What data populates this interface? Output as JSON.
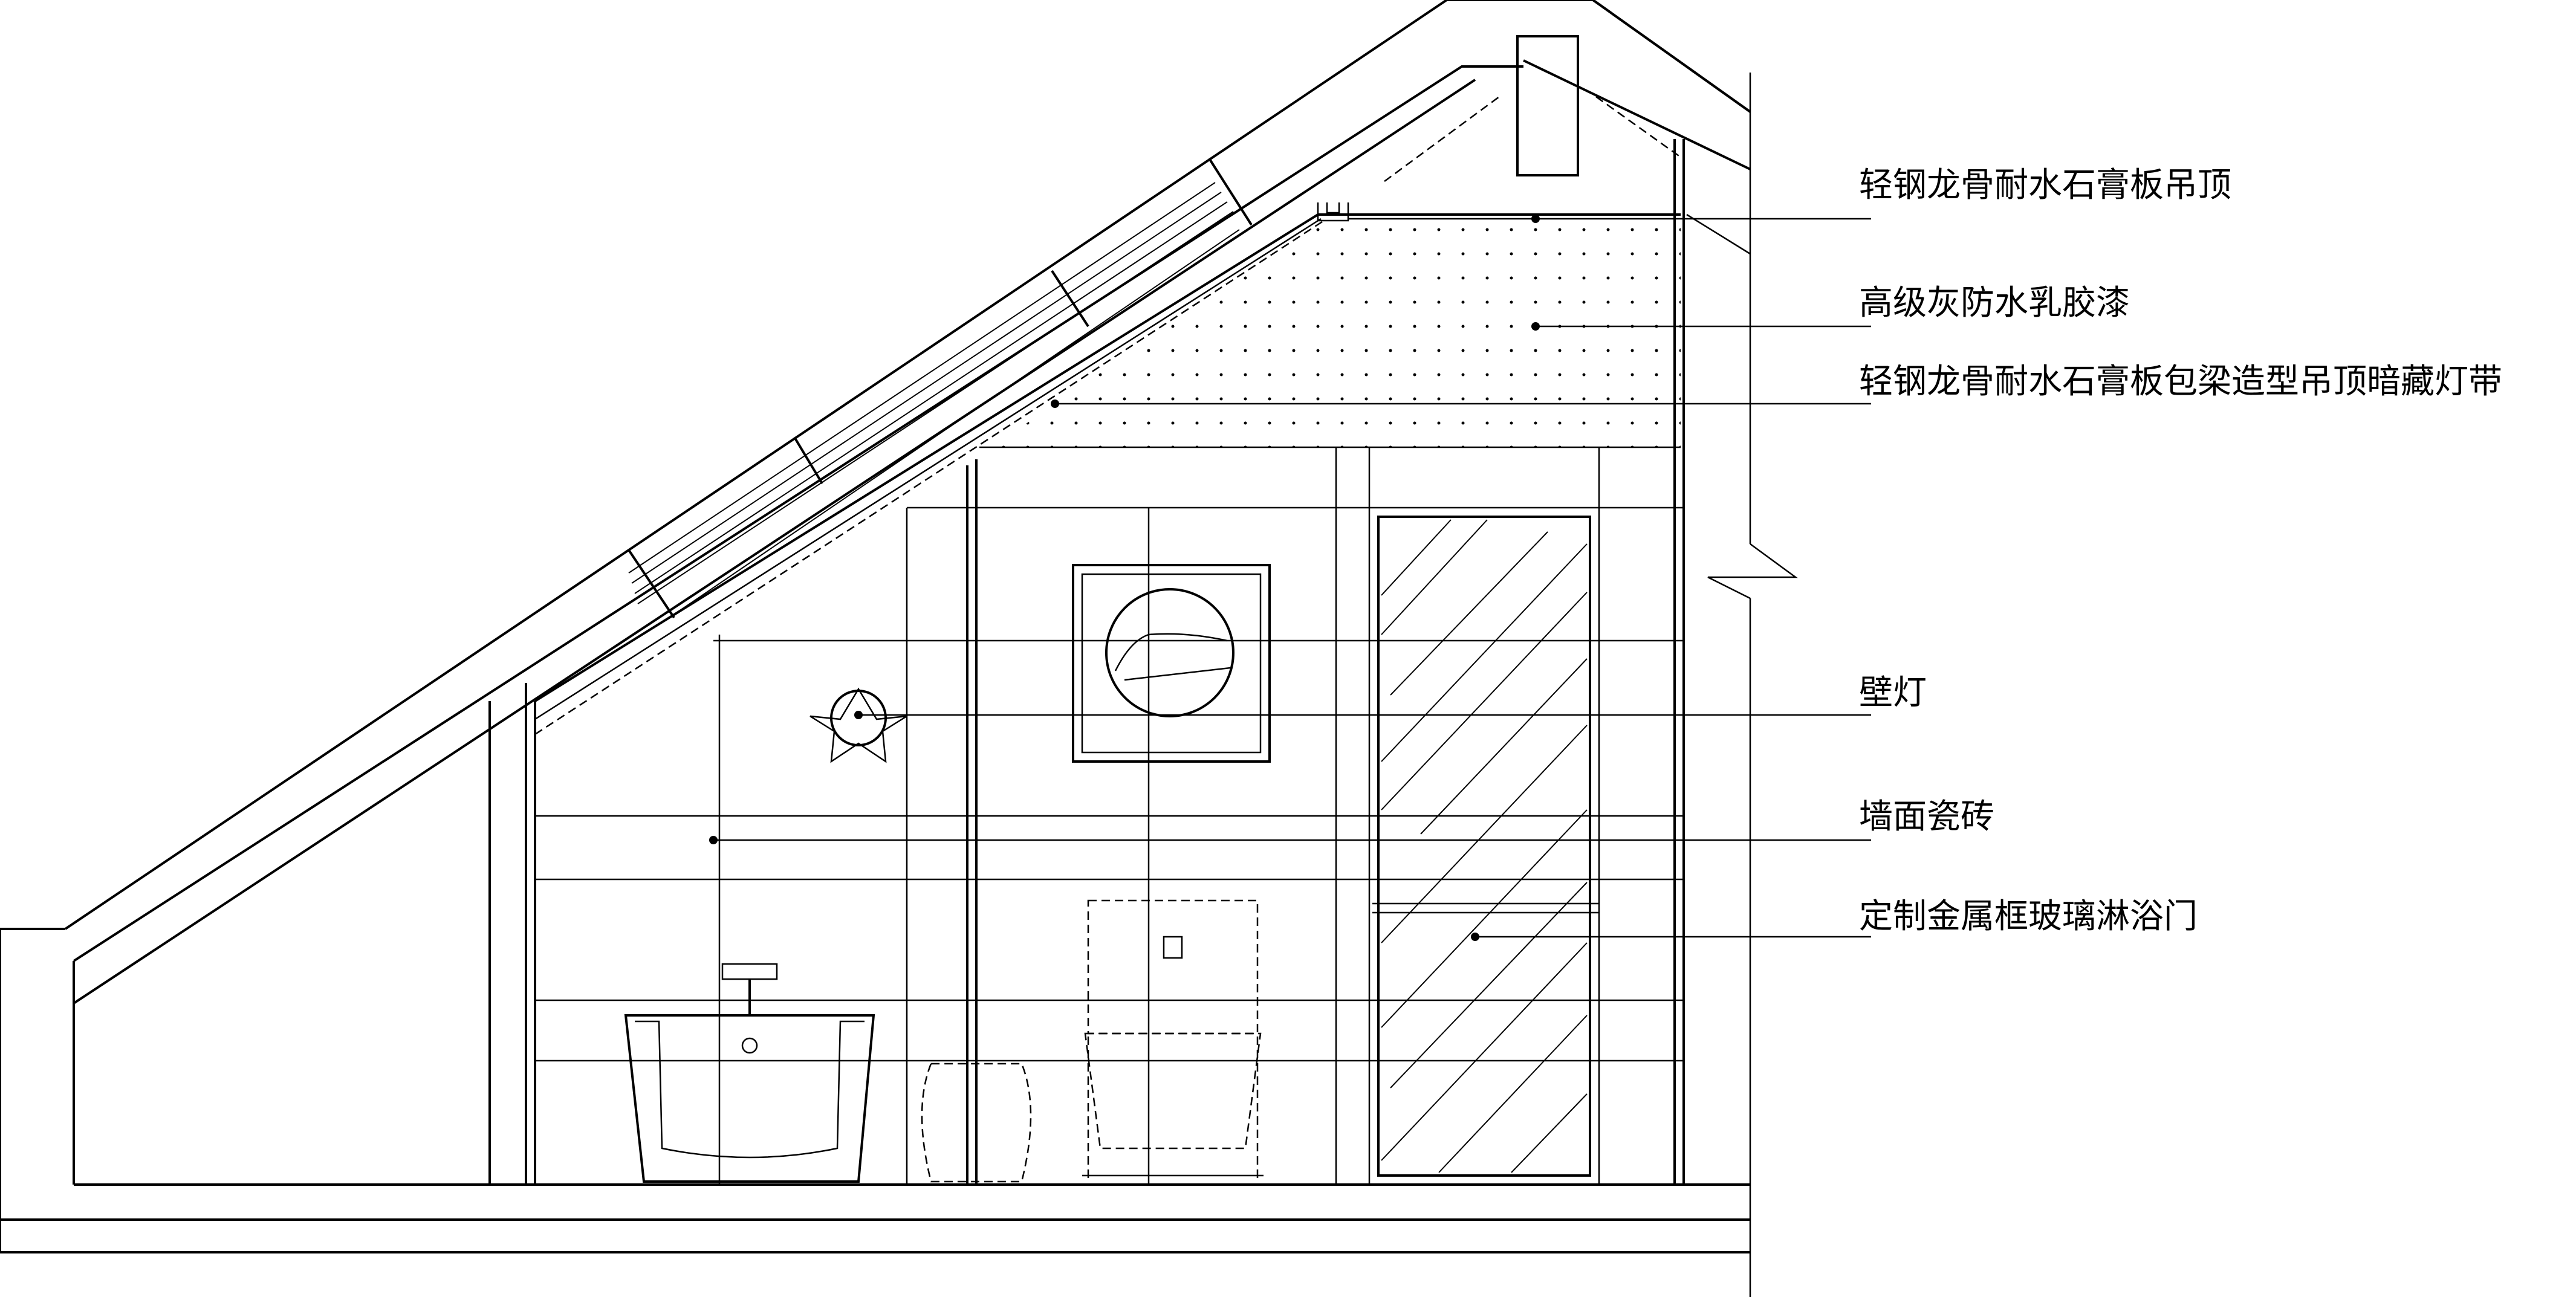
{
  "annotations": [
    {
      "id": "ceiling",
      "text": "轻钢龙骨耐水石膏板吊顶"
    },
    {
      "id": "paint",
      "text": "高级灰防水乳胶漆"
    },
    {
      "id": "beam",
      "text": "轻钢龙骨耐水石膏板包梁造型吊顶暗藏灯带"
    },
    {
      "id": "lamp",
      "text": "壁灯"
    },
    {
      "id": "tile",
      "text": "墙面瓷砖"
    },
    {
      "id": "door",
      "text": "定制金属框玻璃淋浴门"
    }
  ],
  "colors": {
    "line": "#000000",
    "background": "#ffffff"
  }
}
